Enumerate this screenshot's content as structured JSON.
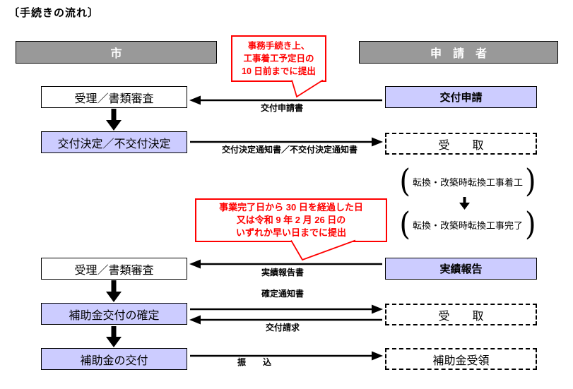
{
  "title": "〔手続きの流れ〕",
  "headers": {
    "left": "市",
    "right": "申　請　者"
  },
  "left_column": {
    "receipt_review_1": "受理／書類審査",
    "grant_decision": "交付決定／不交付決定",
    "receipt_review_2": "受理／書類審査",
    "subsidy_confirmation": "補助金交付の確定",
    "subsidy_payment": "補助金の交付"
  },
  "right_column": {
    "grant_application": "交付申請",
    "receive_1": "受　　取",
    "bracket_open": "(",
    "bracket_close": ")",
    "construction_start": "転換・改築時転換工事着工",
    "construction_complete": "転換・改築時転換工事完了",
    "result_report": "実績報告",
    "receive_2": "受　　取",
    "subsidy_received": "補助金受領"
  },
  "arrow_labels": {
    "grant_application_doc": "交付申請書",
    "decision_notice": "交付決定通知書／不交付決定通知書",
    "result_report_doc": "実績報告書",
    "confirmation_notice": "確定通知書",
    "payment_request": "交付請求",
    "bank_transfer": "振　　込"
  },
  "callouts": {
    "first": "事務手続き上、\n工事着工予定日の\n10 日前までに提出",
    "second": "事業完了日から 30 日を経過した日\n又は令和 9 年 2 月 26 日の\nいずれか早い日までに提出"
  },
  "colors": {
    "header_bg": "#999999",
    "box_lavender": "#ccccff",
    "callout_red": "#ff0000",
    "arrow_black": "#000000"
  }
}
